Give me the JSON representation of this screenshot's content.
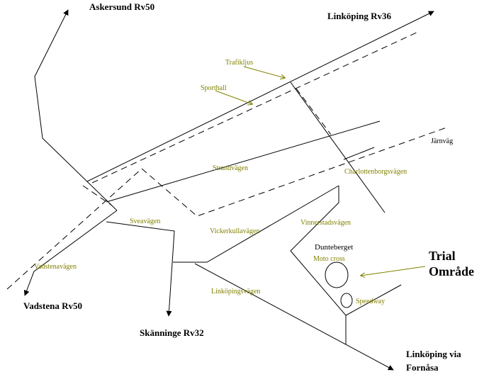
{
  "colors": {
    "road": "#000000",
    "label": "#808000",
    "background": "#ffffff"
  },
  "destinations": {
    "askersund": "Askersund Rv50",
    "linkoping_rv36": "Linköping Rv36",
    "vadstena": "Vadstena Rv50",
    "skanninge": "Skänninge Rv32",
    "linkoping_via_line1": "Linköping via",
    "linkoping_via_line2": "Fornåsa"
  },
  "roads": {
    "strandvagen": "Strandvägen",
    "charlottenborgsvagen": "Charlottenborgsvägen",
    "sveavagen": "Sveavägen",
    "vickerkullavagen": "Vickerkullavägen",
    "vinnerstadsvagen": "Vinnerstadsvägen",
    "vadstenavagen": "Vadstenavägen",
    "linkopingsvagen": "Linköpingsvägen"
  },
  "landmarks": {
    "trafikljus": "Trafikljus",
    "sporthall": "Sporthall",
    "jarnvag": "Järnväg",
    "dunteberget": "Dunteberget",
    "moto_cross": "Moto cross",
    "speedway": "Speedway",
    "trial_line1": "Trial",
    "trial_line2": "Område"
  }
}
